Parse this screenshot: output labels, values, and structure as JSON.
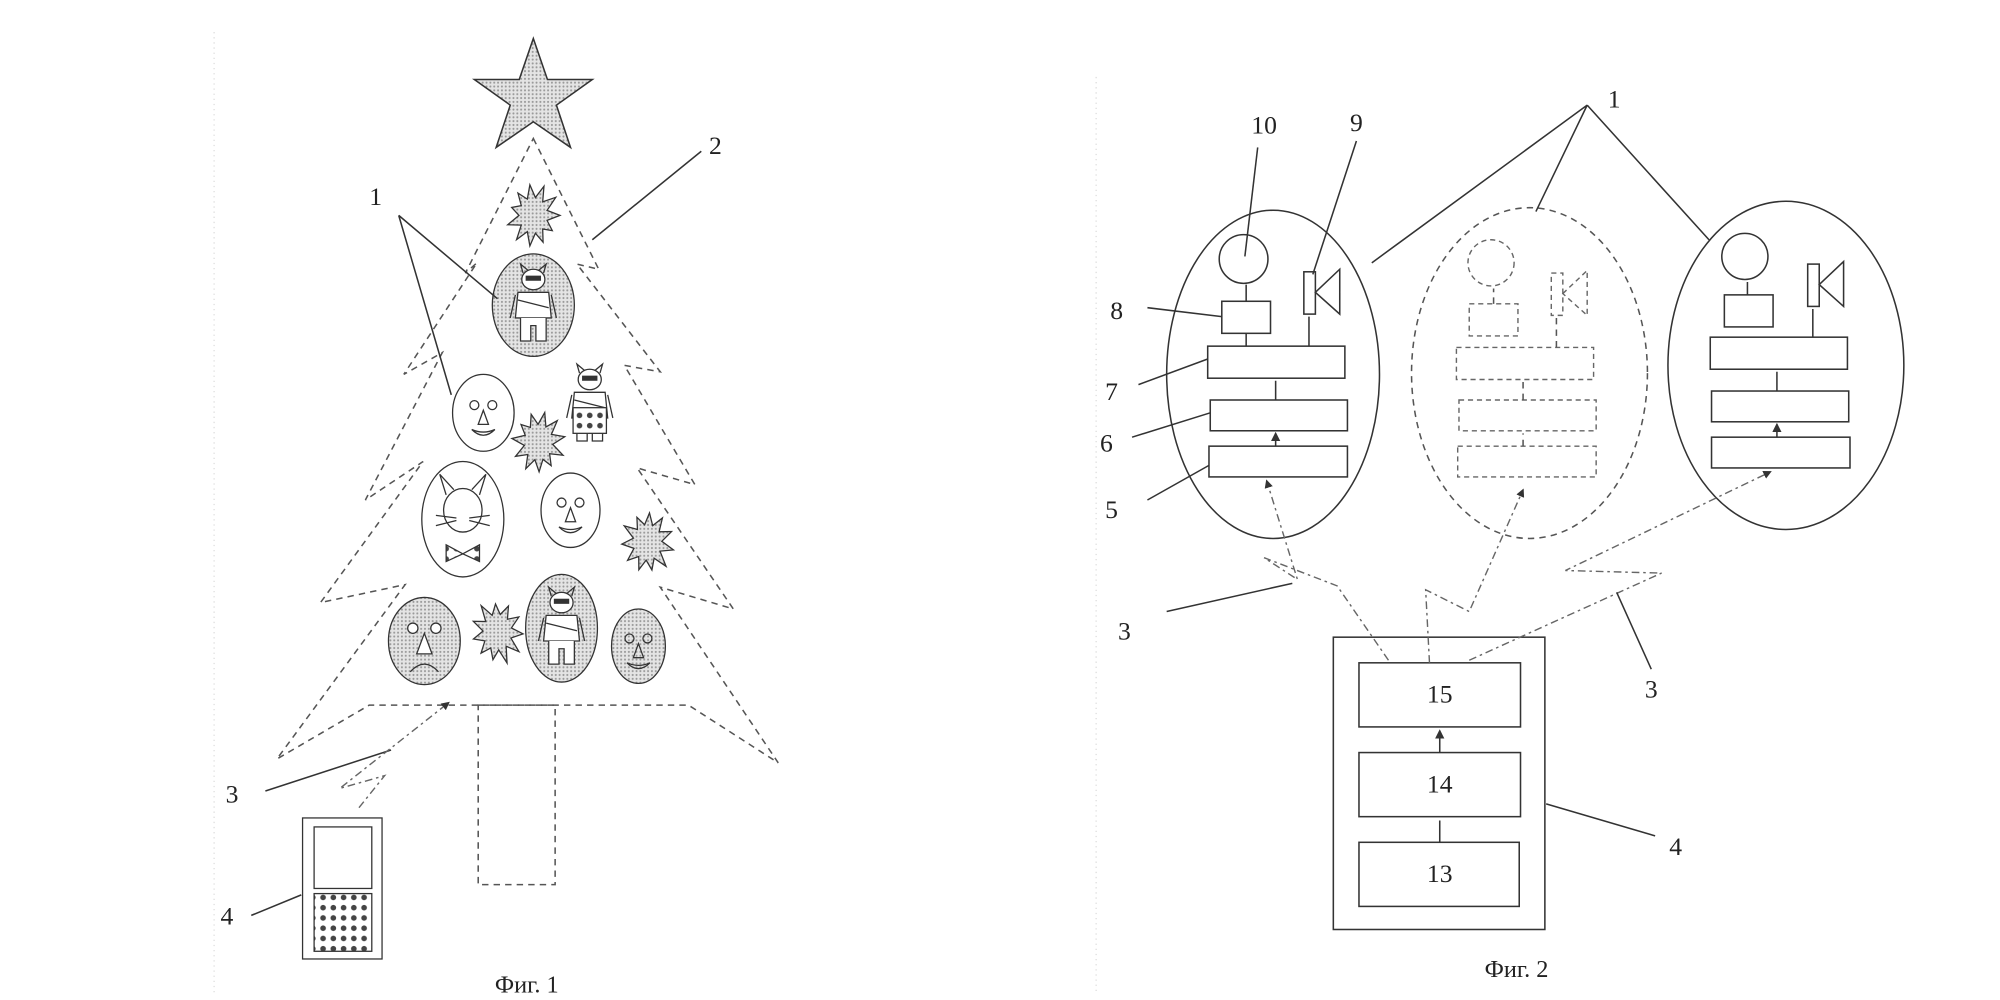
{
  "figure1": {
    "caption": "Фиг. 1",
    "labels": {
      "ornaments": "1",
      "tree": "2",
      "signal": "3",
      "remote": "4"
    }
  },
  "figure2": {
    "caption": "Фиг. 2",
    "labels": {
      "ornaments": "1",
      "signal_left": "3",
      "signal_right": "3",
      "remote": "4",
      "block5": "5",
      "block6": "6",
      "block7": "7",
      "block8": "8",
      "speaker": "9",
      "lamp": "10"
    },
    "remote_blocks": [
      "15",
      "14",
      "13"
    ]
  },
  "colors": {
    "ink": "#333333",
    "shade": "#c8c8c8",
    "paper": "#ffffff"
  }
}
